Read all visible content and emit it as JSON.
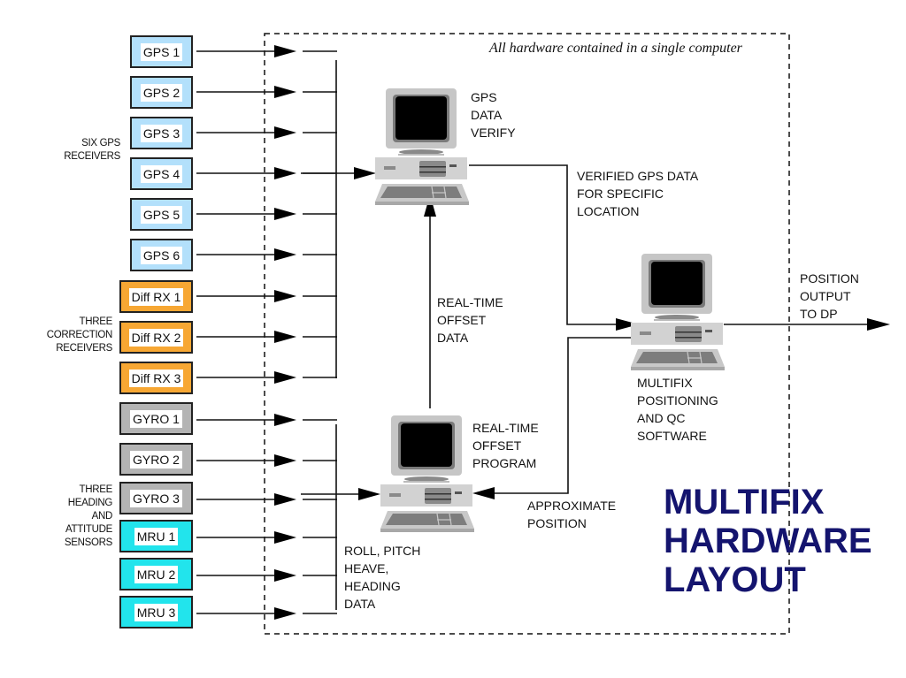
{
  "colors": {
    "gps": "#b3e0fb",
    "diff": "#f7a733",
    "gyro": "#b4b4b4",
    "mru": "#22e4ec",
    "title": "#14146e"
  },
  "boundary_note": "All hardware contained in a single computer",
  "group_labels": {
    "gps": "SIX GPS\nRECEIVERS",
    "correction": "THREE\nCORRECTION\nRECEIVERS",
    "sensors": "THREE\nHEADING\nAND\nATTITUDE\nSENSORS"
  },
  "sources": [
    {
      "label": "GPS 1",
      "kind": "gps"
    },
    {
      "label": "GPS 2",
      "kind": "gps"
    },
    {
      "label": "GPS 3",
      "kind": "gps"
    },
    {
      "label": "GPS 4",
      "kind": "gps"
    },
    {
      "label": "GPS 5",
      "kind": "gps"
    },
    {
      "label": "GPS 6",
      "kind": "gps"
    },
    {
      "label": "Diff RX 1",
      "kind": "diff"
    },
    {
      "label": "Diff RX 2",
      "kind": "diff"
    },
    {
      "label": "Diff RX 3",
      "kind": "diff"
    },
    {
      "label": "GYRO 1",
      "kind": "gyro"
    },
    {
      "label": "GYRO 2",
      "kind": "gyro"
    },
    {
      "label": "GYRO 3",
      "kind": "gyro"
    },
    {
      "label": "MRU 1",
      "kind": "mru"
    },
    {
      "label": "MRU 2",
      "kind": "mru"
    },
    {
      "label": "MRU 3",
      "kind": "mru"
    }
  ],
  "computers": {
    "gps_verify": "GPS\nDATA\nVERIFY",
    "offset_program": "REAL-TIME\nOFFSET\nPROGRAM",
    "multifix": "MULTIFIX\nPOSITIONING\nAND QC\nSOFTWARE"
  },
  "flows": {
    "verified": "VERIFIED GPS DATA\nFOR SPECIFIC\nLOCATION",
    "offset_data": "REAL-TIME\nOFFSET\nDATA",
    "approx": "APPROXIMATE\nPOSITION",
    "motion": "ROLL, PITCH\nHEAVE,\nHEADING\nDATA",
    "output": "POSITION\nOUTPUT\nTO DP"
  },
  "title": "MULTIFIX\nHARDWARE\nLAYOUT"
}
